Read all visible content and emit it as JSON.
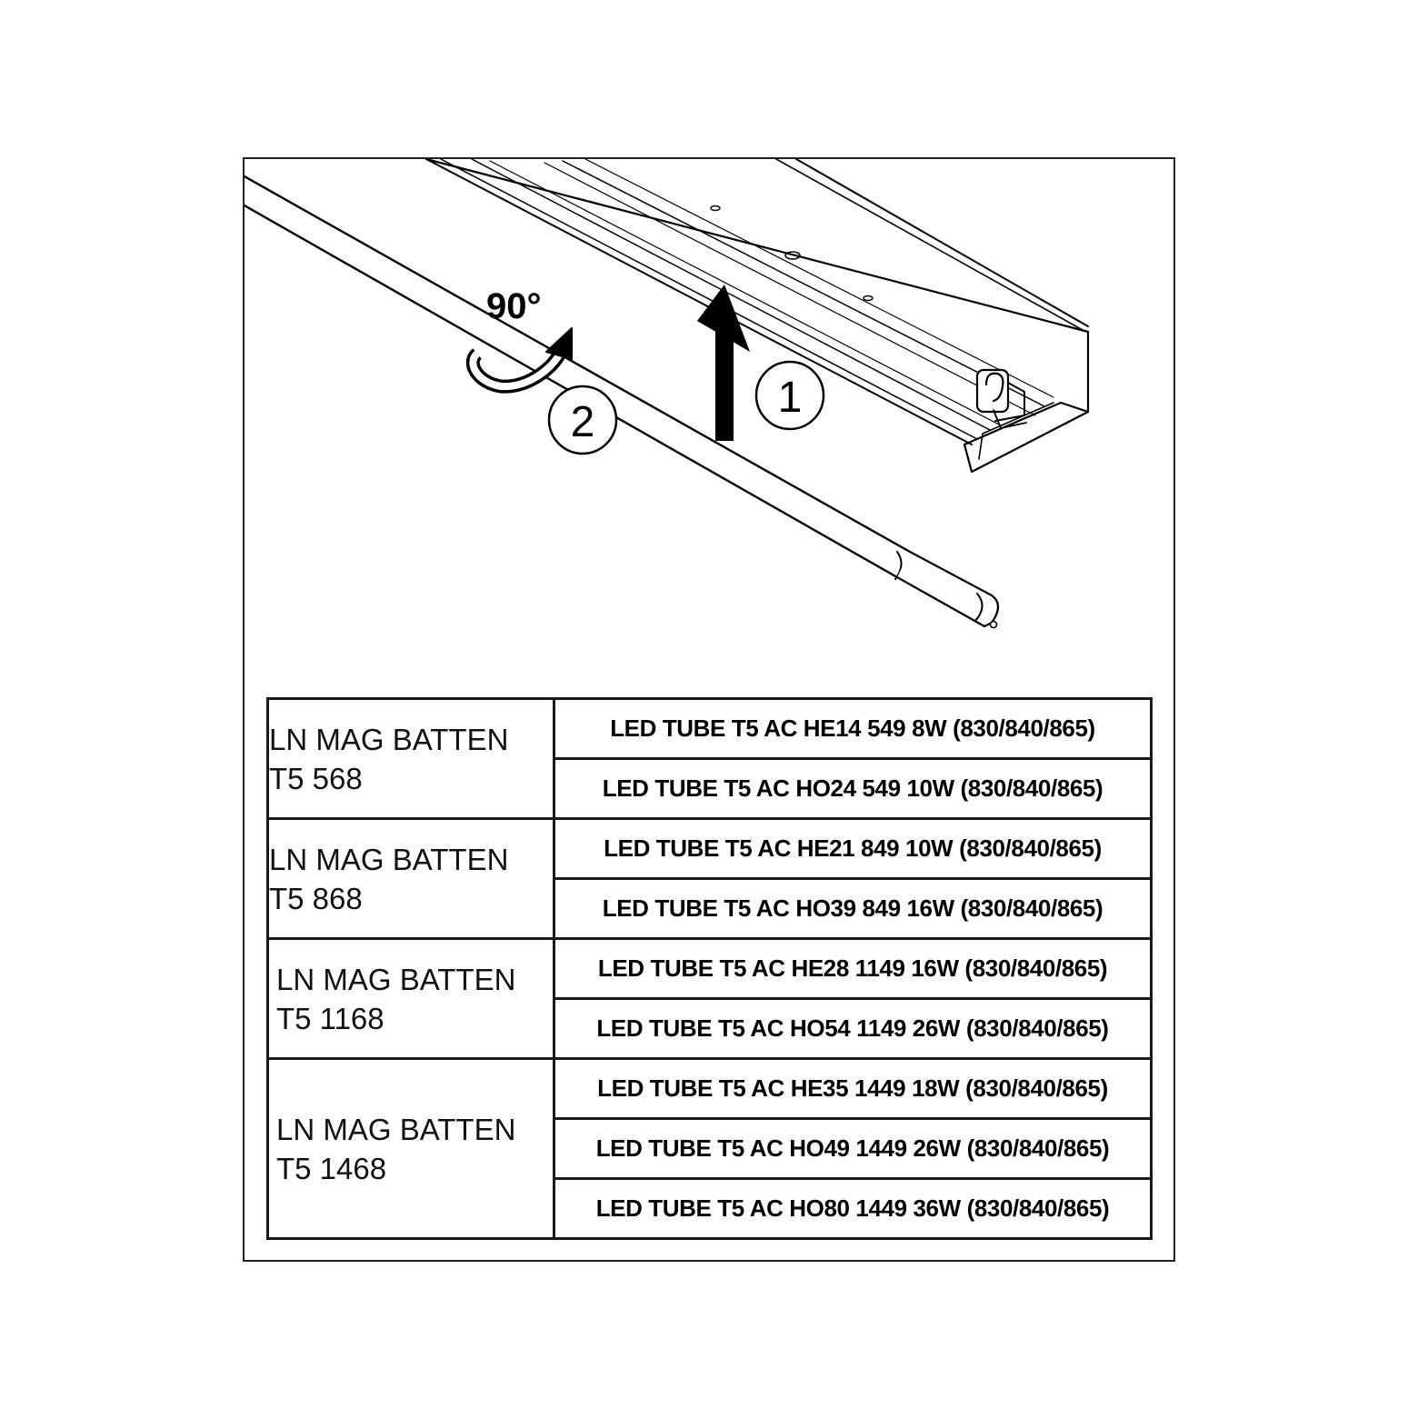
{
  "diagram": {
    "rotation_label": "90°",
    "step_1": "1",
    "step_2": "2"
  },
  "table": [
    {
      "fixture_line1": "LN MAG BATTEN",
      "fixture_line2": "T5 568",
      "tubes": [
        "LED TUBE T5 AC HE14 549 8W (830/840/865)",
        "LED TUBE T5 AC HO24 549 10W (830/840/865)"
      ]
    },
    {
      "fixture_line1": "LN MAG BATTEN",
      "fixture_line2": "T5 868",
      "tubes": [
        "LED TUBE T5 AC HE21 849 10W (830/840/865)",
        "LED TUBE T5 AC HO39 849 16W (830/840/865)"
      ]
    },
    {
      "fixture_line1": "LN MAG BATTEN",
      "fixture_line2": "T5 1168",
      "tubes": [
        "LED TUBE T5 AC HE28 1149 16W (830/840/865)",
        "LED TUBE T5 AC HO54 1149 26W (830/840/865)"
      ]
    },
    {
      "fixture_line1": "LN MAG BATTEN",
      "fixture_line2": "T5 1468",
      "tubes": [
        "LED TUBE T5 AC HE35 1449 18W (830/840/865)",
        "LED TUBE T5 AC HO49 1449 26W (830/840/865)",
        "LED TUBE T5 AC HO80 1449 36W (830/840/865)"
      ]
    }
  ]
}
